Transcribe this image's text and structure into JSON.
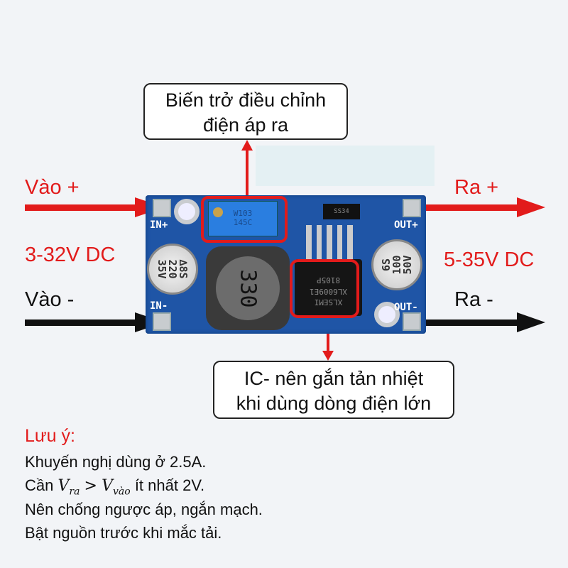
{
  "labels": {
    "in_plus": "Vào  +",
    "in_range": "3-32V DC",
    "in_minus": "Vào  -",
    "out_plus": "Ra  +",
    "out_range": "5-35V DC",
    "out_minus": "Ra  -"
  },
  "callouts": {
    "pot": [
      "Biến trở điều chỉnh",
      "điện áp ra"
    ],
    "ic": [
      "IC- nên gắn tản nhiệt",
      "khi dùng dòng điện lớn"
    ]
  },
  "board": {
    "silk": {
      "in_plus": "IN+",
      "in_minus": "IN-",
      "out_plus": "OUT+",
      "out_minus": "OUT-"
    },
    "cap_in": [
      "∆8S",
      "220",
      "35V"
    ],
    "cap_out": [
      "6S",
      "100",
      "50V"
    ],
    "inductor": "330",
    "pot": [
      "W103",
      "145C"
    ],
    "diode": "SS34",
    "chip": [
      "XLSEMI",
      "XL6009E1",
      "8105P"
    ]
  },
  "notes": {
    "title": "Lưu ý:",
    "lines": [
      "Khuyến nghị dùng ở 2.5A.",
      "Cần",
      "ít nhất 2V.",
      "Nên chống ngược áp, ngắn mạch.",
      "Bật nguồn trước khi mắc tải."
    ],
    "v_ra": "V",
    "ra_sub": "ra",
    "gt": ">",
    "v_vao": "V",
    "vao_sub": "vào"
  },
  "colors": {
    "accent": "#e21b1b",
    "board": "#1f55a6"
  }
}
